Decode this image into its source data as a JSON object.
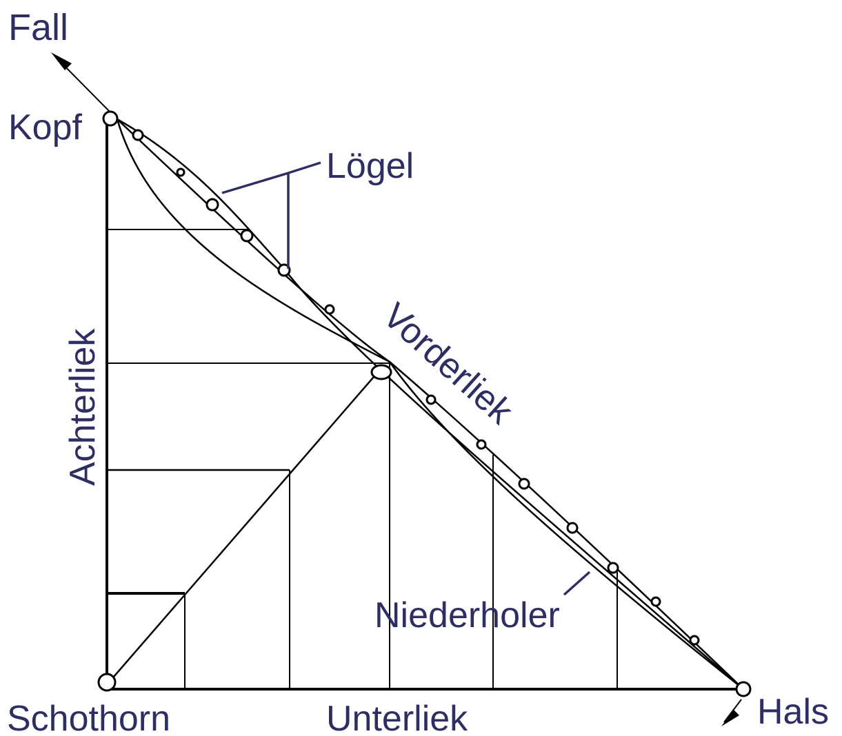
{
  "diagram": {
    "labels": {
      "fall": "Fall",
      "kopf": "Kopf",
      "loegel": "Lögel",
      "vorderliek": "Vorderliek",
      "achterliek": "Achterliek",
      "niederholer": "Niederholer",
      "schothorn": "Schothorn",
      "unterliek": "Unterliek",
      "hals": "Hals"
    },
    "colors": {
      "line": "#000000",
      "label": "#2e2e62"
    }
  }
}
